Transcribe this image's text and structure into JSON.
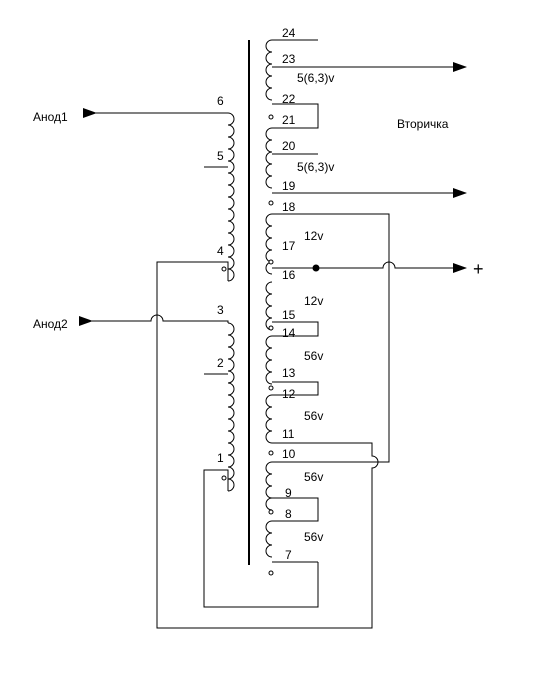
{
  "primary": {
    "anode1_label": "Анод1",
    "anode2_label": "Анод2",
    "pins": [
      "6",
      "5",
      "4",
      "3",
      "2",
      "1"
    ]
  },
  "secondary": {
    "title": "Вторичка",
    "pins": [
      "24",
      "23",
      "22",
      "21",
      "20",
      "19",
      "18",
      "17",
      "16",
      "15",
      "14",
      "13",
      "12",
      "11",
      "10",
      "9",
      "8",
      "7"
    ],
    "voltages": {
      "v_23_22": "5(6,3)v",
      "v_20_19": "5(6,3)v",
      "v_18_17": "12v",
      "v_16_15": "12v",
      "v_14_13": "56v",
      "v_12_11": "56v",
      "v_10_9": "56v",
      "v_8_7": "56v"
    },
    "plus_label": "+"
  }
}
